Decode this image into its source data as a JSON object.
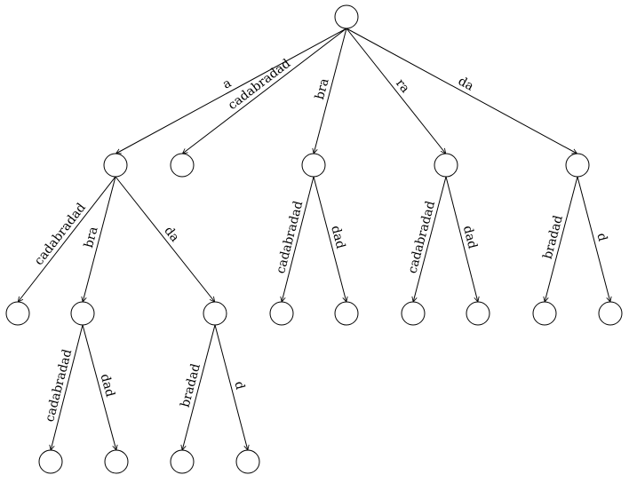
{
  "tree": {
    "nodes": [
      "root",
      "n_a",
      "n_cadabradad",
      "n_bra",
      "n_ra",
      "n_da",
      "n_a_cadabradad",
      "n_a_bra",
      "n_a_da",
      "n_bra_cadabradad",
      "n_bra_dad",
      "n_ra_cadabradad",
      "n_ra_dad",
      "n_da_bradad",
      "n_da_d",
      "n_abra_cadabradad",
      "n_abra_dad",
      "n_ada_bradad",
      "n_ada_d"
    ],
    "edges": [
      {
        "from": "root",
        "to": "n_a",
        "label": "a"
      },
      {
        "from": "root",
        "to": "n_cadabradad",
        "label": "cadabradad"
      },
      {
        "from": "root",
        "to": "n_bra",
        "label": "bra"
      },
      {
        "from": "root",
        "to": "n_ra",
        "label": "ra"
      },
      {
        "from": "root",
        "to": "n_da",
        "label": "da"
      },
      {
        "from": "n_a",
        "to": "n_a_cadabradad",
        "label": "cadabradad"
      },
      {
        "from": "n_a",
        "to": "n_a_bra",
        "label": "bra"
      },
      {
        "from": "n_a",
        "to": "n_a_da",
        "label": "da"
      },
      {
        "from": "n_bra",
        "to": "n_bra_cadabradad",
        "label": "cadabradad"
      },
      {
        "from": "n_bra",
        "to": "n_bra_dad",
        "label": "dad"
      },
      {
        "from": "n_ra",
        "to": "n_ra_cadabradad",
        "label": "cadabradad"
      },
      {
        "from": "n_ra",
        "to": "n_ra_dad",
        "label": "dad"
      },
      {
        "from": "n_da",
        "to": "n_da_bradad",
        "label": "bradad"
      },
      {
        "from": "n_da",
        "to": "n_da_d",
        "label": "d"
      },
      {
        "from": "n_a_bra",
        "to": "n_abra_cadabradad",
        "label": "cadabradad"
      },
      {
        "from": "n_a_bra",
        "to": "n_abra_dad",
        "label": "dad"
      },
      {
        "from": "n_a_da",
        "to": "n_ada_bradad",
        "label": "bradad"
      },
      {
        "from": "n_a_da",
        "to": "n_ada_d",
        "label": "d"
      }
    ]
  }
}
